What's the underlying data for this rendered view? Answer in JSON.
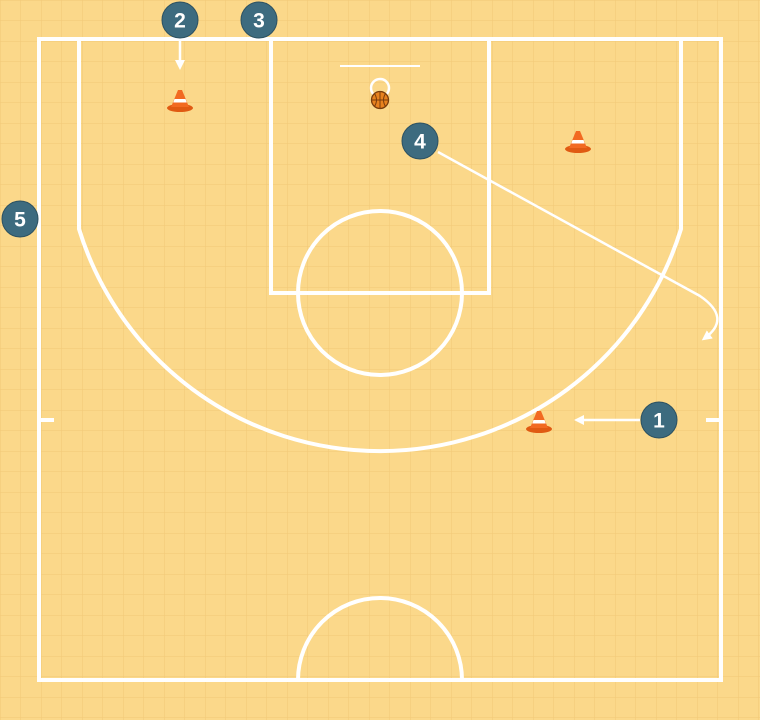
{
  "court": {
    "background_color": "#fbd88a",
    "grid_color": "#f3cc7b",
    "line_color": "#ffffff"
  },
  "players": [
    {
      "label": "1",
      "color": "#3d6b7f"
    },
    {
      "label": "2",
      "color": "#3d6b7f"
    },
    {
      "label": "3",
      "color": "#3d6b7f"
    },
    {
      "label": "4",
      "color": "#3d6b7f"
    },
    {
      "label": "5",
      "color": "#3d6b7f"
    }
  ],
  "cones": {
    "count": 3,
    "icon": "traffic-cone-icon",
    "color": "#f26a21"
  },
  "ball": {
    "icon": "basketball-icon",
    "color": "#e8821e"
  }
}
